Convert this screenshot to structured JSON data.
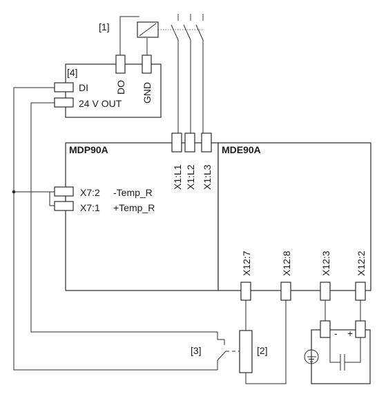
{
  "labels": {
    "ref1": "[1]",
    "ref2": "[2]",
    "ref3": "[3]",
    "ref4": "[4]",
    "do": "DO",
    "gnd": "GND",
    "di": "DI",
    "out24": "24 V OUT",
    "mdp": "MDP90A",
    "mde": "MDE90A",
    "x1l1": "X1:L1",
    "x1l2": "X1:L2",
    "x1l3": "X1:L3",
    "x72": "X7:2",
    "x72sig": "-Temp_R",
    "x71": "X7:1",
    "x71sig": "+Temp_R",
    "x127": "X12:7",
    "x128": "X12:8",
    "x123": "X12:3",
    "x122": "X12:2",
    "minus": "-",
    "plus": "+"
  }
}
